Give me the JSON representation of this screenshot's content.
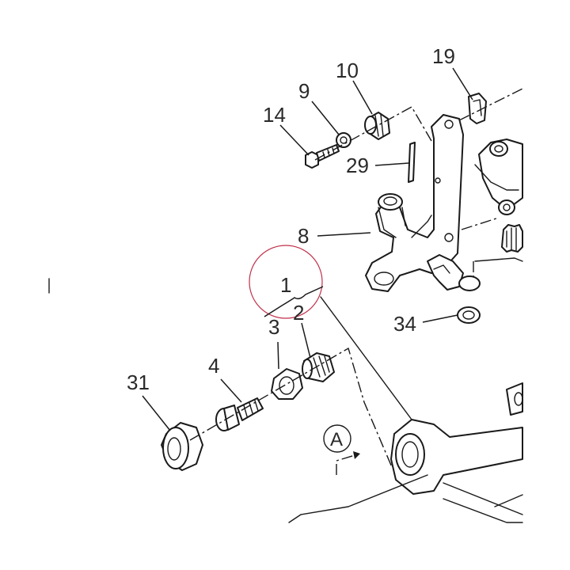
{
  "callouts": {
    "p19": "19",
    "p10": "10",
    "p9": "9",
    "p14": "14",
    "p29": "29",
    "p8": "8",
    "p1": "1",
    "p3": "3",
    "p2": "2",
    "p34": "34",
    "p4": "4",
    "p31": "31",
    "viewA": "A"
  },
  "colors": {
    "line": "#1a1a1a",
    "highlight_circle": "#c0304a",
    "background": "#ffffff"
  }
}
